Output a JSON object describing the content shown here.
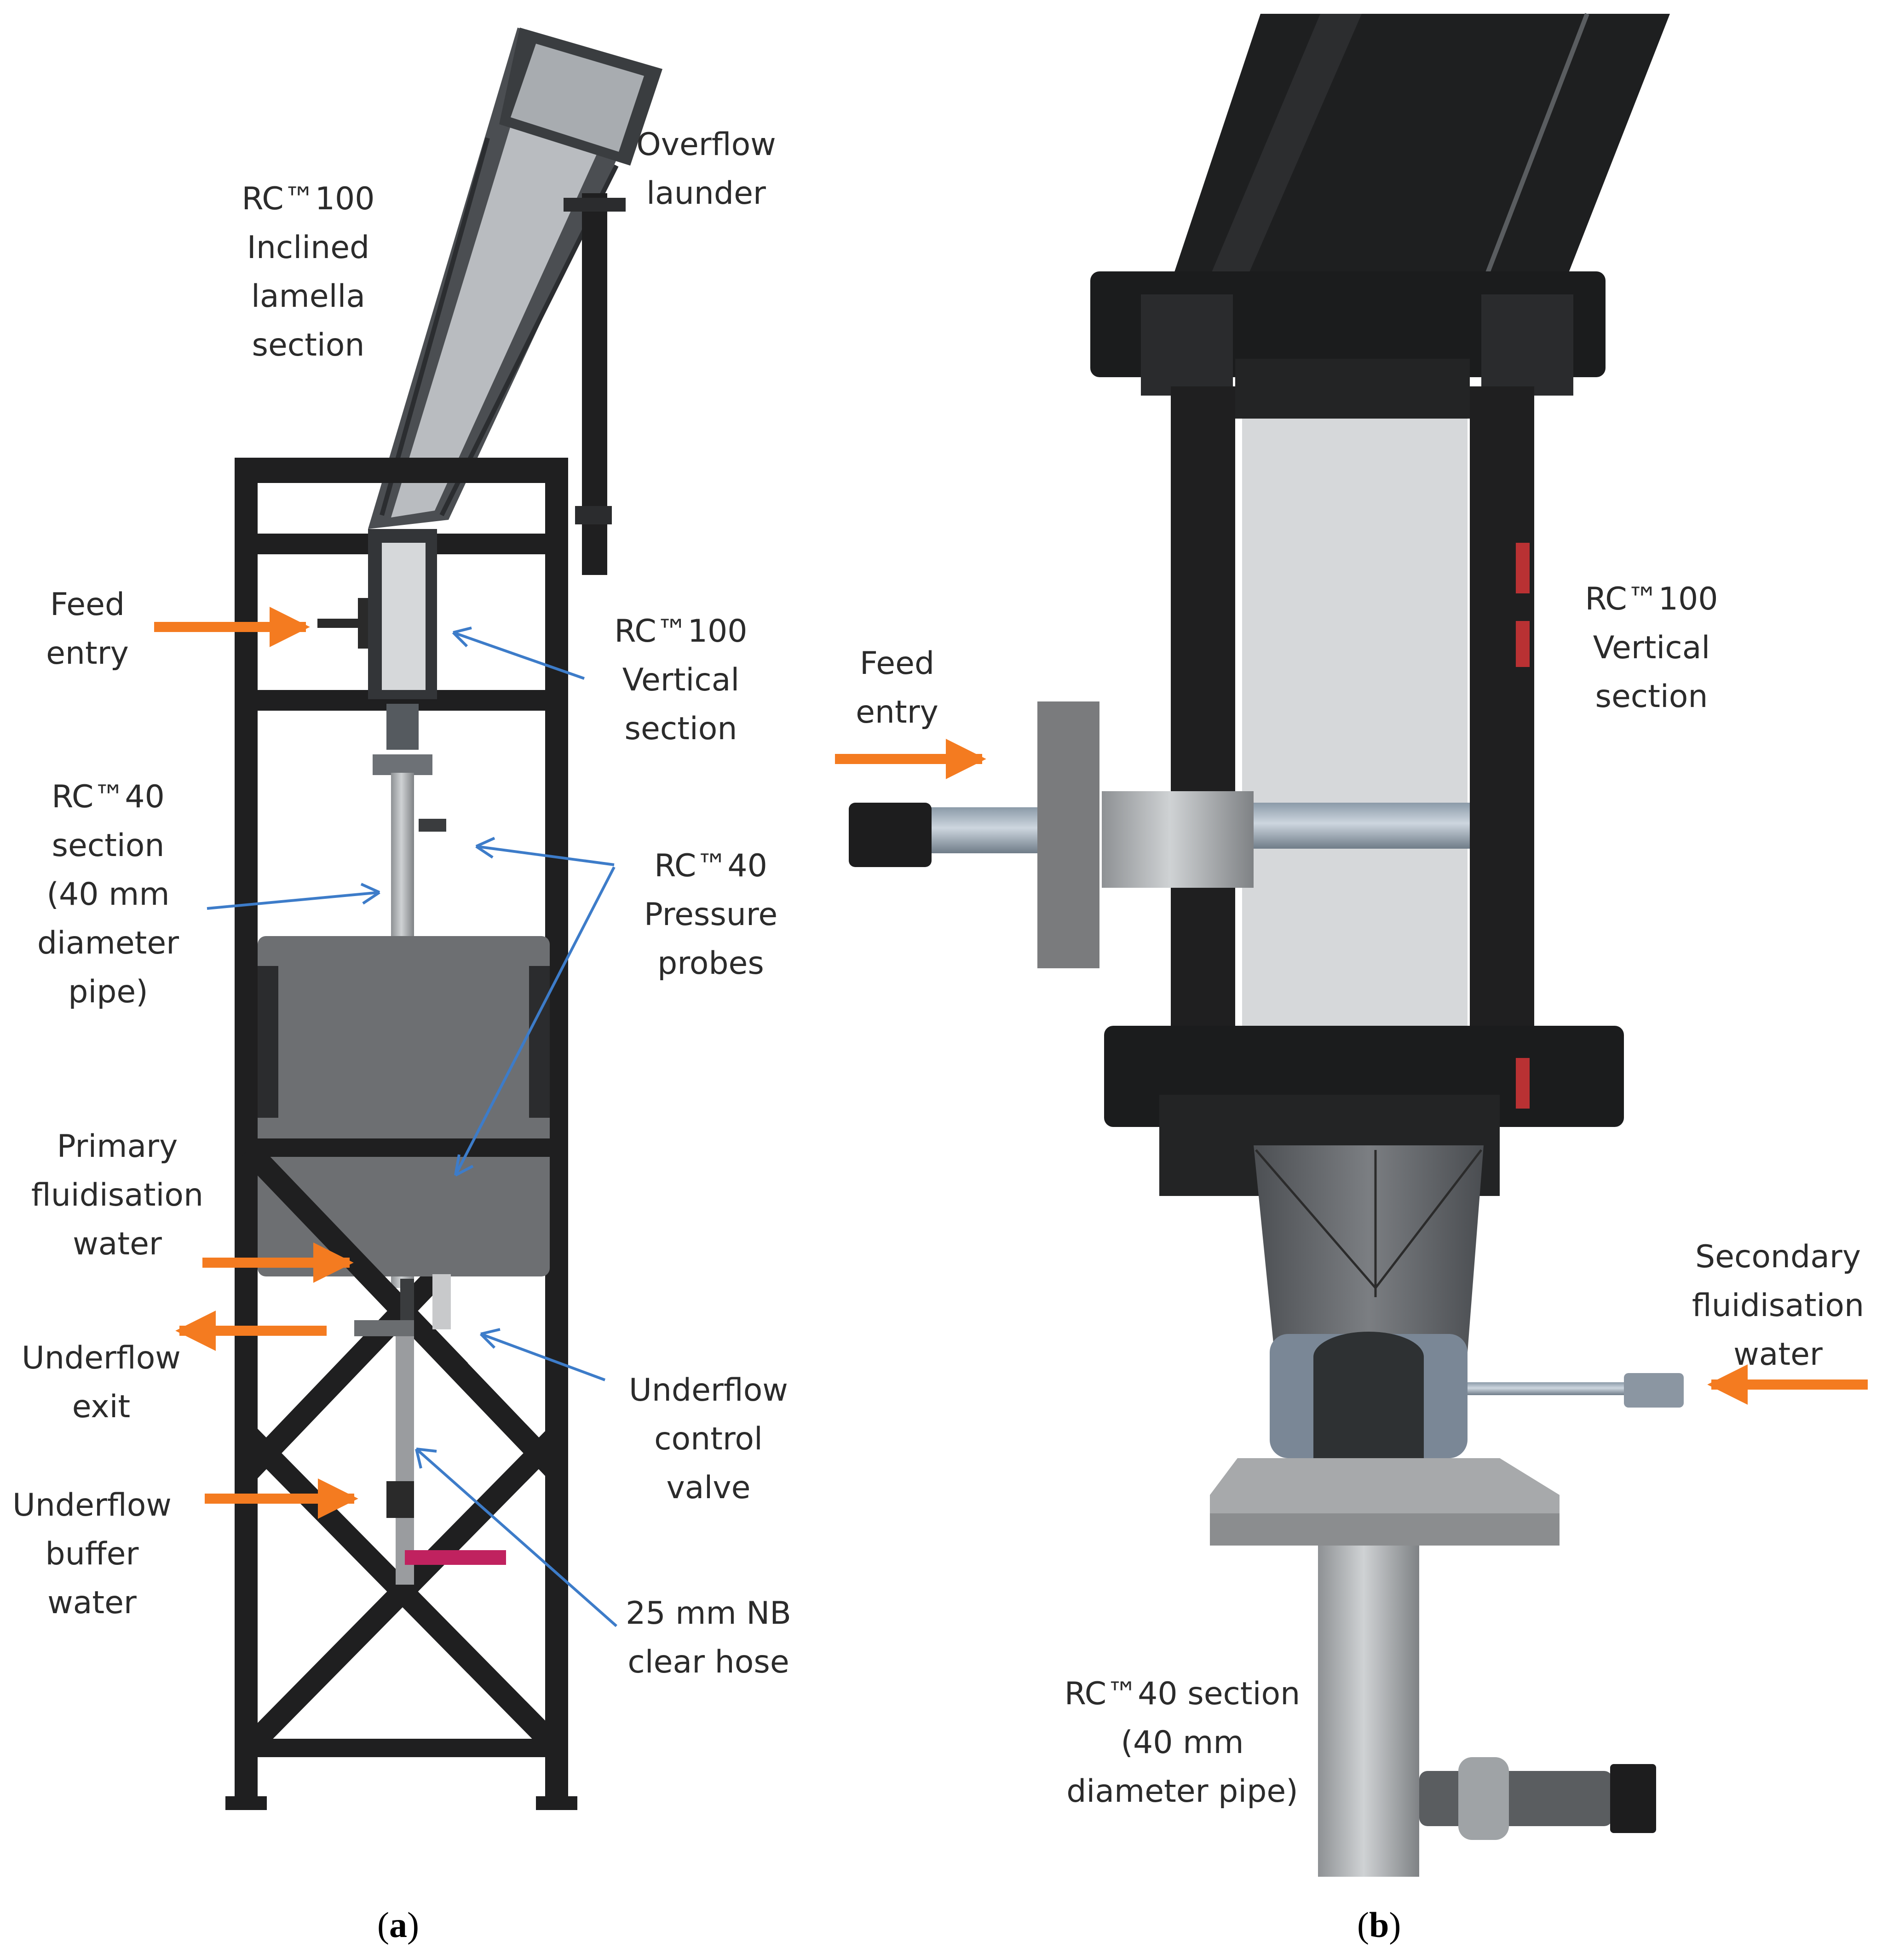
{
  "panel_a": {
    "caption_open": "(",
    "caption_letter": "a",
    "caption_close": ")",
    "labels": {
      "overflow_launder": [
        "Overflow",
        "launder"
      ],
      "inclined_lamella": [
        "RC™100",
        "Inclined",
        "lamella",
        "section"
      ],
      "feed_entry": [
        "Feed",
        "entry"
      ],
      "rc100_vertical": [
        "RC™100",
        "Vertical",
        "section"
      ],
      "rc40_section": [
        "RC™40",
        "section",
        "(40 mm",
        "diameter",
        "pipe)"
      ],
      "pressure_probes": [
        "RC™40",
        "Pressure",
        "probes"
      ],
      "primary_water": [
        "Primary",
        "fluidisation",
        "water"
      ],
      "underflow_exit": [
        "Underflow",
        "exit"
      ],
      "underflow_valve": [
        "Underflow",
        "control",
        "valve"
      ],
      "buffer_water": [
        "Underflow",
        "buffer",
        "water"
      ],
      "clear_hose": [
        "25 mm NB",
        "clear hose"
      ]
    }
  },
  "panel_b": {
    "caption_open": "(",
    "caption_letter": "b",
    "caption_close": ")",
    "labels": {
      "feed_entry": [
        "Feed",
        "entry"
      ],
      "rc100_vertical": [
        "RC™100",
        "Vertical",
        "section"
      ],
      "secondary_water": [
        "Secondary",
        "fluidisation",
        "water"
      ],
      "rc40_section": [
        "RC™40 section",
        "(40 mm",
        "diameter pipe)"
      ]
    }
  },
  "colors": {
    "arrow_orange": "#f47b20",
    "pointer_blue": "#3d7cc9",
    "frame_black": "#1f1f20",
    "panel_grey": "#6d6f72",
    "pipe_grey": "#b9bcbf",
    "glass": "#d6d8da"
  }
}
